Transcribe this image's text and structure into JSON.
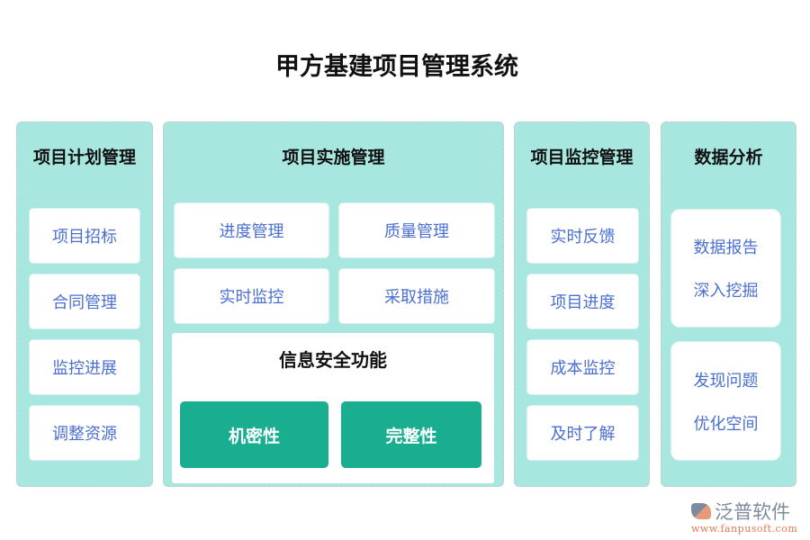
{
  "title": "甲方基建项目管理系统",
  "columns": [
    {
      "title": "项目计划管理",
      "items": [
        "项目招标",
        "合同管理",
        "监控进展",
        "调整资源"
      ]
    },
    {
      "title": "项目实施管理",
      "items": [
        "进度管理",
        "质量管理",
        "实时监控",
        "采取措施"
      ],
      "info": {
        "title": "信息安全功能",
        "buttons": [
          "机密性",
          "完整性"
        ]
      }
    },
    {
      "title": "项目监控管理",
      "items": [
        "实时反馈",
        "项目进度",
        "成本监控",
        "及时了解"
      ]
    },
    {
      "title": "数据分析",
      "groups": [
        [
          "数据报告",
          "深入挖掘"
        ],
        [
          "发现问题",
          "优化空间"
        ]
      ]
    }
  ],
  "logo": {
    "name": "泛普软件",
    "url": "www.fanpusoft.com"
  },
  "colors": {
    "panel": "#a8e6e0",
    "item_text": "#4a6fd0",
    "accent": "#1aae91"
  }
}
